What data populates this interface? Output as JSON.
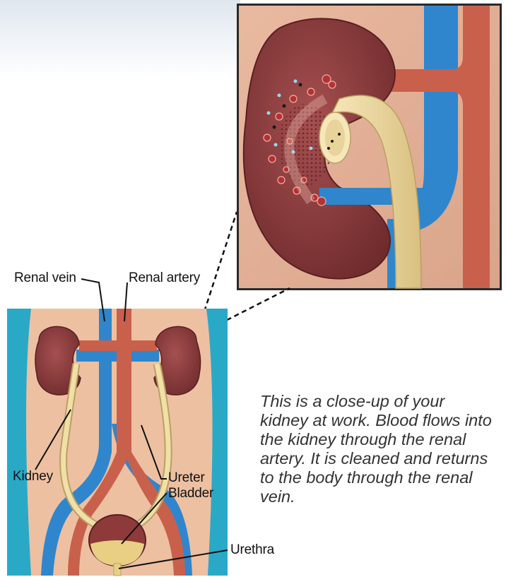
{
  "labels": {
    "renal_vein": "Renal vein",
    "renal_artery": "Renal artery",
    "kidney": "Kidney",
    "ureter": "Ureter",
    "bladder": "Bladder",
    "urethra": "Urethra"
  },
  "caption": "This is a close-up of your kidney at work. Blood flows into the kidney through the renal artery. It is cleaned and returns to the body through the renal vein.",
  "colors": {
    "skin": "#edc0a2",
    "kidney": "#8e3a3a",
    "vein": "#2f86cc",
    "artery": "#c9604c",
    "ureter": "#e8d49a",
    "side_band": "#2aa9c6"
  }
}
